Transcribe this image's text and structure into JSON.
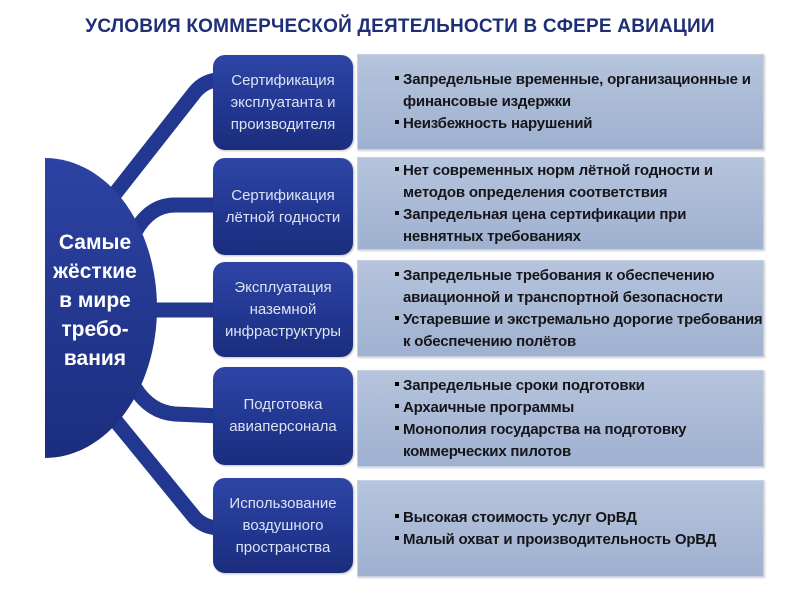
{
  "title": "УСЛОВИЯ КОММЕРЧЕСКОЙ ДЕЯТЕЛЬНОСТИ В СФЕРЕ АВИАЦИИ",
  "center": "Самые жёсткие в мире требо-вания",
  "center_lines": [
    "Самые",
    "жёсткие",
    "в мире",
    "требо-",
    "вания"
  ],
  "colors": {
    "primary": "#21368f",
    "detail_bg": "#a9b9d5",
    "title": "#1e2f78"
  },
  "rows": [
    {
      "category": "Сертификация\nэксплуатанта и\nпроизводителя",
      "items": [
        "Запредельные временные, организационные и финансовые издержки",
        "Неизбежность нарушений"
      ]
    },
    {
      "category": "Сертификация\nлётной годности",
      "items": [
        "Нет современных норм лётной годности и методов определения соответствия",
        "Запредельная цена сертификации при невнятных требованиях"
      ]
    },
    {
      "category": "Эксплуатация\nназемной\nинфраструктуры",
      "items": [
        "Запредельные требования к обеспечению авиационной и транспортной безопасности",
        "Устаревшие и экстремально дорогие требования к обеспечению полётов"
      ]
    },
    {
      "category": "Подготовка\nавиаперсонала",
      "items": [
        "Запредельные сроки подготовки",
        "Архаичные программы",
        "Монополия государства на подготовку коммерческих пилотов"
      ]
    },
    {
      "category": "Использование\nвоздушного\nпространства",
      "items": [
        "Высокая стоимость услуг ОрВД",
        "Малый охват и производительность ОрВД"
      ]
    }
  ]
}
